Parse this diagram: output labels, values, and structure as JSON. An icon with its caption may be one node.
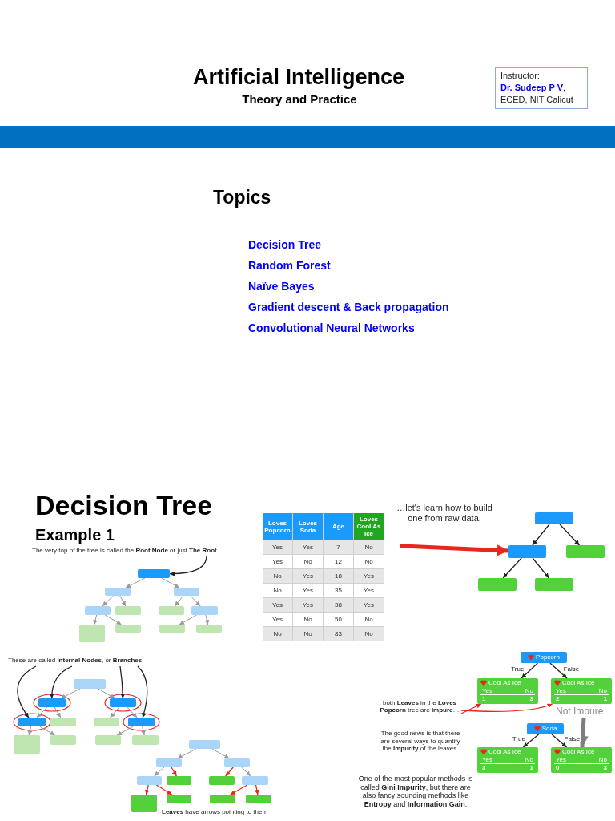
{
  "diagram": {
    "title": "Artificial Intelligence",
    "nodes": [
      {
        "text": [
          "Instructor:",
          "**Dr. Sudeep P V**,",
          "ECED, NIT Calicut"
        ]
      },
      {
        "text": [
          "The very top of the tree is called the **Root Node** or just **The Root**."
        ]
      },
      {
        "text": [],
        "shape": "box"
      },
      {
        "text": [],
        "shape": "box"
      },
      {
        "text": [],
        "shape": "box"
      },
      {
        "text": [],
        "shape": "box"
      },
      {
        "text": [],
        "shape": "box"
      },
      {
        "text": [],
        "shape": "box"
      },
      {
        "text": [],
        "shape": "box"
      },
      {
        "text": [],
        "shape": "box"
      },
      {
        "text": [],
        "shape": "box"
      },
      {
        "text": [],
        "shape": "box"
      },
      {
        "text": [],
        "shape": "box"
      },
      {
        "text": [],
        "shape": "box"
      },
      {
        "text": [],
        "shape": "box"
      },
      {
        "text": [],
        "shape": "box"
      },
      {
        "text": [],
        "shape": "box"
      },
      {
        "text": [],
        "shape": "box"
      },
      {
        "text": [
          "These are called **Internal Nodes**, or **Branches**."
        ]
      },
      {
        "text": [],
        "shape": "box"
      },
      {
        "text": [],
        "shape": "box"
      },
      {
        "text": [],
        "shape": "box"
      },
      {
        "text": [],
        "shape": "box"
      },
      {
        "text": [],
        "shape": "box"
      },
      {
        "text": [],
        "shape": "box"
      },
      {
        "text": [],
        "shape": "box"
      },
      {
        "text": [],
        "shape": "box"
      },
      {
        "text": [],
        "shape": "box"
      },
      {
        "text": [],
        "shape": "box"
      },
      {
        "text": [],
        "shape": "box"
      },
      {
        "text": [],
        "shape": "box"
      },
      {
        "text": [],
        "shape": "box"
      },
      {
        "text": [],
        "shape": "box"
      },
      {
        "text": [],
        "shape": "box"
      },
      {
        "text": [],
        "shape": "box"
      },
      {
        "text": [],
        "shape": "box"
      },
      {
        "text": [],
        "shape": "box"
      },
      {
        "text": [],
        "shape": "box"
      },
      {
        "text": [],
        "shape": "box"
      },
      {
        "text": [],
        "shape": "box"
      },
      {
        "text": [],
        "shape": "box"
      },
      {
        "text": [
          "**Leaves** have arrows pointing to them"
        ]
      },
      {
        "text": [
          "Popcorn"
        ]
      },
      {
        "text": [
          "Cool As Ice",
          "Yes",
          "No",
          "1",
          "3"
        ]
      },
      {
        "text": [
          "Cool As Ice",
          "Yes",
          "No",
          "2",
          "1"
        ]
      },
      {
        "text": [
          "both **Leaves** in the **Loves Popcorn** tree are **Impure**…"
        ]
      },
      {
        "text": [
          "Soda"
        ]
      },
      {
        "text": [
          "Cool As Ice",
          "Yes",
          "No",
          "3",
          "1"
        ]
      },
      {
        "text": [
          "Cool As Ice",
          "Yes",
          "No",
          "0",
          "3"
        ]
      },
      {
        "text": [
          "Not Impure"
        ]
      }
    ],
    "edges": [
      {
        "from": 1,
        "to": 2,
        "arrow": "to",
        "color": "#222222"
      },
      {
        "from": 2,
        "to": 3,
        "arrow": "to"
      },
      {
        "from": 2,
        "to": 4,
        "arrow": "to"
      },
      {
        "from": 3,
        "to": 5,
        "arrow": "to"
      },
      {
        "from": 3,
        "to": 6,
        "arrow": "to"
      },
      {
        "from": 4,
        "to": 7,
        "arrow": "to"
      },
      {
        "from": 4,
        "to": 8,
        "arrow": "to"
      },
      {
        "from": 5,
        "to": 9,
        "arrow": "to"
      },
      {
        "from": 5,
        "to": 10,
        "arrow": "to"
      },
      {
        "from": 8,
        "to": 11,
        "arrow": "to"
      },
      {
        "from": 8,
        "to": 12,
        "arrow": "to"
      },
      {
        "from": null,
        "to": 14,
        "arrow": "to",
        "style": "thick",
        "color": "#e8261c"
      },
      {
        "from": 13,
        "to": 14,
        "arrow": "to",
        "color": "#222222"
      },
      {
        "from": 13,
        "to": 15,
        "arrow": "to",
        "color": "#222222"
      },
      {
        "from": 14,
        "to": 16,
        "arrow": "to",
        "color": "#222222"
      },
      {
        "from": 14,
        "to": 17,
        "arrow": "to",
        "color": "#222222"
      },
      {
        "from": 18,
        "to": 22,
        "arrow": "to",
        "color": "#222222"
      },
      {
        "from": 18,
        "to": 20,
        "arrow": "to",
        "color": "#222222"
      },
      {
        "from": 18,
        "to": 21,
        "arrow": "to",
        "color": "#222222"
      },
      {
        "from": 18,
        "to": 25,
        "arrow": "to",
        "color": "#222222"
      },
      {
        "from": 19,
        "to": 20,
        "arrow": "to"
      },
      {
        "from": 19,
        "to": 21,
        "arrow": "to"
      },
      {
        "from": 20,
        "to": 22,
        "arrow": "to"
      },
      {
        "from": 20,
        "to": 23,
        "arrow": "to"
      },
      {
        "from": 21,
        "to": 24,
        "arrow": "to"
      },
      {
        "from": 21,
        "to": 25,
        "arrow": "to"
      },
      {
        "from": 22,
        "to": 26,
        "arrow": "to"
      },
      {
        "from": 22,
        "to": 27,
        "arrow": "to"
      },
      {
        "from": 25,
        "to": 28,
        "arrow": "to"
      },
      {
        "from": 25,
        "to": 29,
        "arrow": "to"
      },
      {
        "from": 30,
        "to": 31,
        "arrow": "to"
      },
      {
        "from": 30,
        "to": 32,
        "arrow": "to"
      },
      {
        "from": 31,
        "to": 33,
        "arrow": "to"
      },
      {
        "from": 31,
        "to": 34,
        "arrow": "to",
        "color": "#e8261c"
      },
      {
        "from": 32,
        "to": 35,
        "arrow": "to",
        "color": "#e8261c"
      },
      {
        "from": 32,
        "to": 36,
        "arrow": "to"
      },
      {
        "from": 33,
        "to": 37,
        "arrow": "to",
        "color": "#e8261c"
      },
      {
        "from": 33,
        "to": 38,
        "arrow": "to",
        "color": "#e8261c"
      },
      {
        "from": 36,
        "to": 39,
        "arrow": "to",
        "color": "#e8261c"
      },
      {
        "from": 36,
        "to": 40,
        "arrow": "to",
        "color": "#e8261c"
      },
      {
        "from": 42,
        "to": 43,
        "arrow": "to",
        "label": "True",
        "color": "#222222"
      },
      {
        "from": 42,
        "to": 44,
        "arrow": "to",
        "label": "False",
        "color": "#222222"
      },
      {
        "from": 45,
        "to": 43,
        "arrow": "to",
        "color": "#e8261c"
      },
      {
        "from": 45,
        "to": 44,
        "arrow": "to",
        "color": "#e8261c"
      },
      {
        "from": 46,
        "to": 47,
        "arrow": "to",
        "label": "True",
        "color": "#222222"
      },
      {
        "from": 46,
        "to": 48,
        "arrow": "to",
        "label": "False",
        "color": "#222222"
      },
      {
        "from": 49,
        "to": 48,
        "arrow": "to",
        "style": "thick",
        "color": "#7f7f7f"
      }
    ],
    "labels": [
      "Theory and Practice",
      "Topics",
      "Decision Tree",
      "Random Forest",
      "Naïve Bayes",
      "Gradient descent & Back propagation",
      "Convolutional Neural Networks",
      "Decision Tree",
      "Example 1",
      "Loves Popcorn",
      "Loves Soda",
      "Age",
      "Loves Cool As Ice",
      "Yes",
      "Yes",
      "7",
      "No",
      "Yes",
      "No",
      "12",
      "No",
      "No",
      "Yes",
      "18",
      "Yes",
      "No",
      "Yes",
      "35",
      "Yes",
      "Yes",
      "Yes",
      "38",
      "Yes",
      "Yes",
      "No",
      "50",
      "No",
      "No",
      "No",
      "83",
      "No",
      "…let's learn how to build one from raw data.",
      "The good news is that there are several ways to quantify the **Impurity** of the leaves.",
      "One of the most popular methods is called **Gini Impurity**, but there are also fancy sounding methods like **Entropy** and **Information Gain**."
    ]
  }
}
